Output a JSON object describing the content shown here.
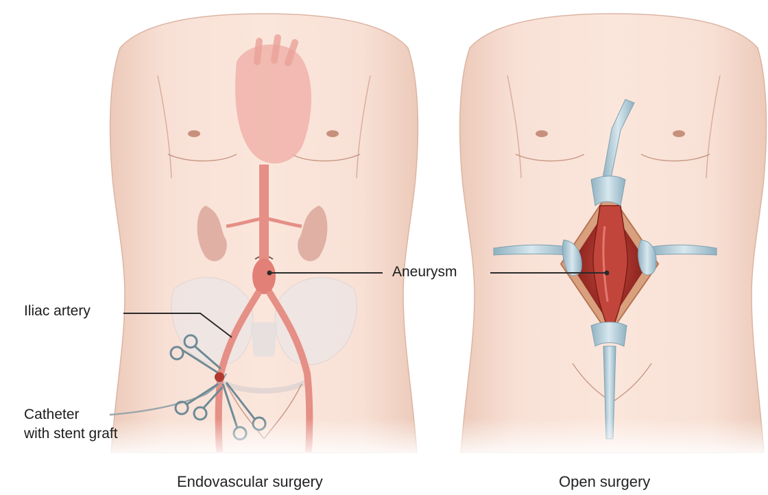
{
  "labels": {
    "aneurysm": "Aneurysm",
    "iliac_artery": "Iliac artery",
    "catheter_line1": "Catheter",
    "catheter_line2": "with stent graft"
  },
  "captions": {
    "left": "Endovascular surgery",
    "right": "Open surgery"
  },
  "colors": {
    "skin": "#f7ddd2",
    "skin_shadow": "#e8c1b0",
    "organ": "#e9a9a0",
    "artery": "#e58f86",
    "aneurysm_red": "#a8322a",
    "retractor": "#a9c6d3",
    "leader_line": "#2a2a2a"
  }
}
